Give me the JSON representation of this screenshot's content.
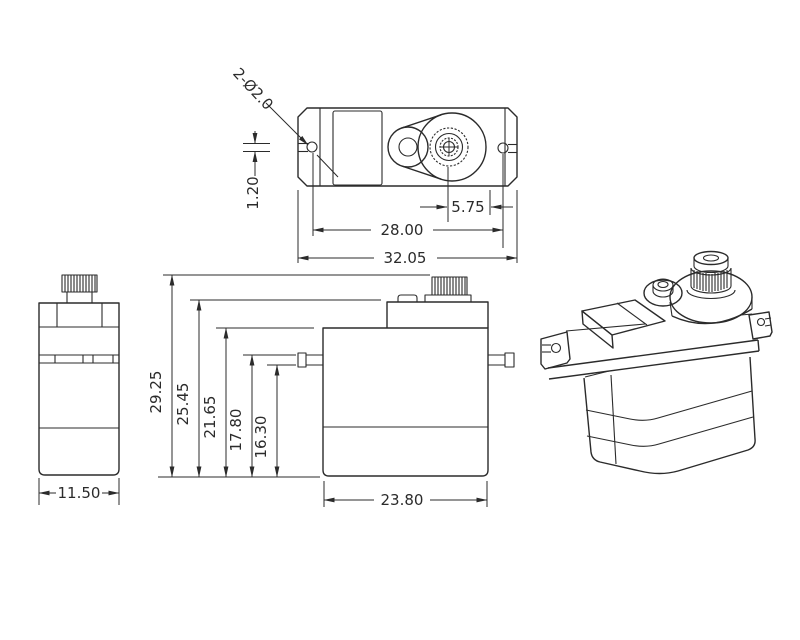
{
  "drawing": {
    "type": "technical-drawing",
    "subject": "micro servo dimensional drawing",
    "background": "#ffffff",
    "line_color": "#2b2b2b",
    "units": "mm",
    "views": {
      "top": {
        "label": "top-view",
        "dims": {
          "holes_callout": "2-Ø2.0",
          "slot_width": "1.20",
          "shaft_offset": "5.75",
          "hole_spacing": "28.00",
          "overall_length": "32.05"
        }
      },
      "side": {
        "label": "side-view",
        "dims": {
          "depth": "11.50"
        }
      },
      "front": {
        "label": "front-view",
        "dims": {
          "total_height": "29.25",
          "cap_height": "25.45",
          "body_top_height": "21.65",
          "flange_top_height": "17.80",
          "flange_bottom_height": "16.30",
          "body_length": "23.80"
        }
      },
      "isometric": {
        "label": "isometric-view"
      }
    }
  }
}
